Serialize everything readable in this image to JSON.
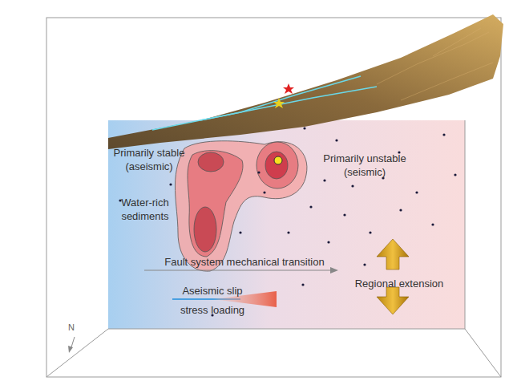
{
  "diagram": {
    "labels": [
      "Primarily stable (aseismic)",
      "Water-rich sediments",
      "Primarily unstable (seismic)",
      "Fault system mechanical transition",
      "Aseismic slip stress loading",
      "Regional extension",
      "N"
    ]
  }
}
